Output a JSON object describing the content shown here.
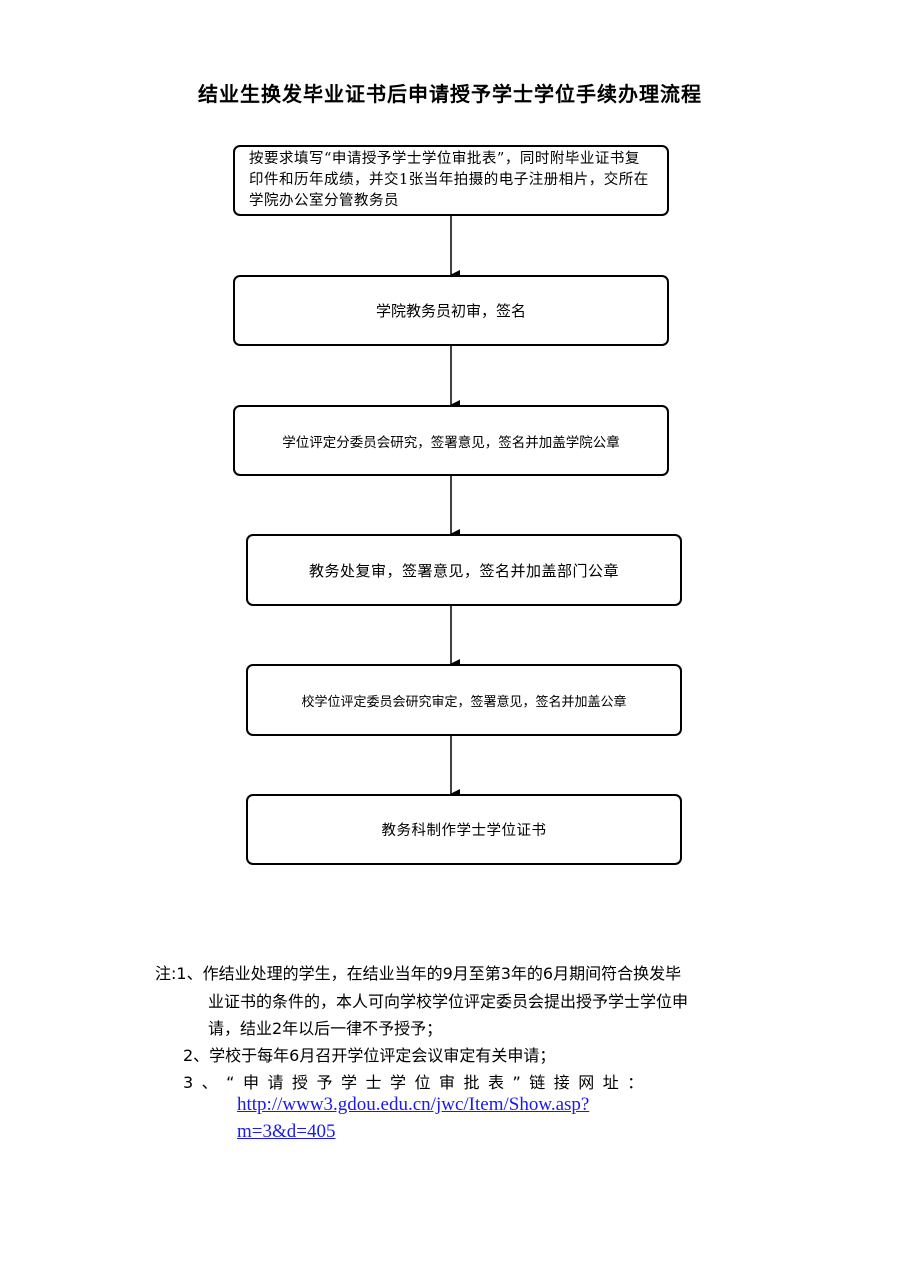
{
  "title": "结业生换发毕业证书后申请授予学士学位手续办理流程",
  "steps": [
    "按要求填写“申请授予学士学位审批表”，同时附毕业证书复印件和历年成绩，并交1张当年拍摄的电子注册相片，交所在学院办公室分管教务员",
    "学院教务员初审，签名",
    "学位评定分委员会研究，签署意见，签名并加盖学院公章",
    "教务处复审，签署意见，签名并加盖部门公章",
    "校学位评定委员会研究审定，签署意见，签名并加盖公章",
    "教务科制作学士学位证书"
  ],
  "notes": {
    "note1_line1": "注:1、作结业处理的学生，在结业当年的9月至第3年的6月期间符合换发毕",
    "note1_line2": "业证书的条件的，本人可向学校学位评定委员会提出授予学士学位申",
    "note1_line3": "请，结业2年以后一律不予授予；",
    "note2": "2、学校于每年6月召开学位评定会议审定有关申请；",
    "note3": "3、“申请授予学士学位审批表”链接网址：",
    "link_line1": "http://www3.gdou.edu.cn/jwc/Item/Show.asp?",
    "link_line2": "m=3&d=405"
  }
}
